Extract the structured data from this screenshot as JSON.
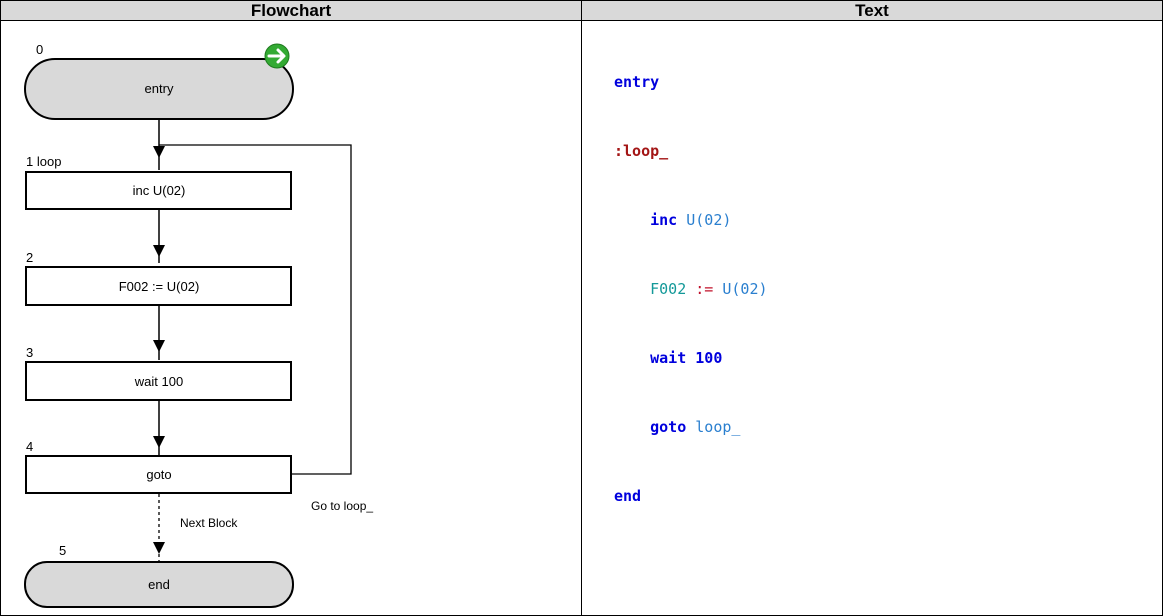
{
  "headers": {
    "flowchart": "Flowchart",
    "text": "Text"
  },
  "colors": {
    "header_bg": "#d9d9d9",
    "terminal_fill": "#d9d9d9",
    "keyword": "#0000dd",
    "label": "#a31515",
    "argument": "#2a7fcf",
    "variable": "#139999",
    "operator": "#c0102a",
    "go_icon": "#33aa33"
  },
  "flowchart": {
    "nodes": [
      {
        "number": "0",
        "text": "entry",
        "shape": "terminal"
      },
      {
        "number": "1 loop",
        "text": "inc U(02)",
        "shape": "process"
      },
      {
        "number": "2",
        "text": "F002 := U(02)",
        "shape": "process"
      },
      {
        "number": "3",
        "text": "wait 100",
        "shape": "process"
      },
      {
        "number": "4",
        "text": "goto",
        "shape": "process"
      },
      {
        "number": "5",
        "text": "end",
        "shape": "terminal"
      }
    ],
    "next_block_label": "Next Block",
    "goto_label": "Go to loop_",
    "start_icon": "start-arrow-icon"
  },
  "text_panel": {
    "lines": [
      {
        "kind": "keyword",
        "indent": 0,
        "parts": [
          "entry"
        ]
      },
      {
        "kind": "label",
        "indent": 0,
        "parts": [
          ":loop_"
        ]
      },
      {
        "kind": "instr",
        "indent": 1,
        "parts": [
          "inc",
          "U(02)"
        ]
      },
      {
        "kind": "assign",
        "indent": 1,
        "parts": [
          "F002",
          ":=",
          "U(02)"
        ]
      },
      {
        "kind": "instr",
        "indent": 1,
        "parts": [
          "wait",
          "100"
        ]
      },
      {
        "kind": "instr",
        "indent": 1,
        "parts": [
          "goto",
          "loop_"
        ]
      },
      {
        "kind": "keyword",
        "indent": 0,
        "parts": [
          "end"
        ]
      }
    ]
  }
}
